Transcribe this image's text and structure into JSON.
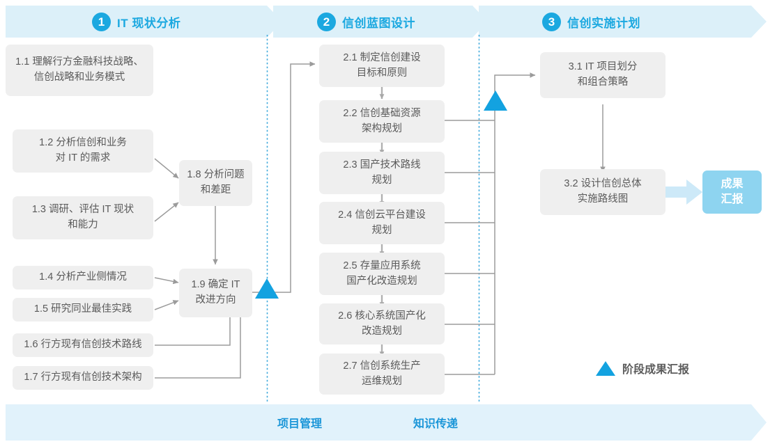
{
  "colors": {
    "accent_blue": "#1BA8E0",
    "header_band": "#DCF0F9",
    "box_fill": "#efefef",
    "box_text": "#5a5a5a",
    "badge_fill": "#8ED4F0",
    "milestone_triangle": "#13A2E0",
    "connector_gray": "#9b9b9b",
    "dotted_divider": "#3FA9DC",
    "bottom_band": "#E1F2FB"
  },
  "phases": [
    {
      "number": "1",
      "label": "IT 现状分析"
    },
    {
      "number": "2",
      "label": "信创蓝图设计"
    },
    {
      "number": "3",
      "label": "信创实施计划"
    }
  ],
  "phase1_tasks": [
    {
      "id": "1.1",
      "text": "1.1 理解行方金融科技战略、\n信创战略和业务模式"
    },
    {
      "id": "1.2",
      "text": "1.2 分析信创和业务\n对 IT 的需求"
    },
    {
      "id": "1.3",
      "text": "1.3 调研、评估 IT 现状\n和能力"
    },
    {
      "id": "1.4",
      "text": "1.4 分析产业侧情况"
    },
    {
      "id": "1.5",
      "text": "1.5 研究同业最佳实践"
    },
    {
      "id": "1.6",
      "text": "1.6 行方现有信创技术路线"
    },
    {
      "id": "1.7",
      "text": "1.7 行方现有信创技术架构"
    },
    {
      "id": "1.8",
      "text": "1.8 分析问题\n和差距"
    },
    {
      "id": "1.9",
      "text": "1.9 确定 IT\n改进方向"
    }
  ],
  "phase2_tasks": [
    {
      "id": "2.1",
      "text": "2.1 制定信创建设\n目标和原则"
    },
    {
      "id": "2.2",
      "text": "2.2 信创基础资源\n架构规划"
    },
    {
      "id": "2.3",
      "text": "2.3 国产技术路线\n规划"
    },
    {
      "id": "2.4",
      "text": "2.4 信创云平台建设\n规划"
    },
    {
      "id": "2.5",
      "text": "2.5 存量应用系统\n国产化改造规划"
    },
    {
      "id": "2.6",
      "text": "2.6 核心系统国产化\n改造规划"
    },
    {
      "id": "2.7",
      "text": "2.7 信创系统生产\n运维规划"
    }
  ],
  "phase3_tasks": [
    {
      "id": "3.1",
      "text": "3.1 IT 项目划分\n和组合策略"
    },
    {
      "id": "3.2",
      "text": "3.2 设计信创总体\n实施路线图"
    }
  ],
  "result_badge": {
    "line1": "成果",
    "line2": "汇报"
  },
  "legend": {
    "label": "阶段成果汇报",
    "icon": "triangle-icon"
  },
  "bottom_bar": {
    "items": [
      {
        "label": "项目管理"
      },
      {
        "label": "知识传递"
      }
    ]
  }
}
